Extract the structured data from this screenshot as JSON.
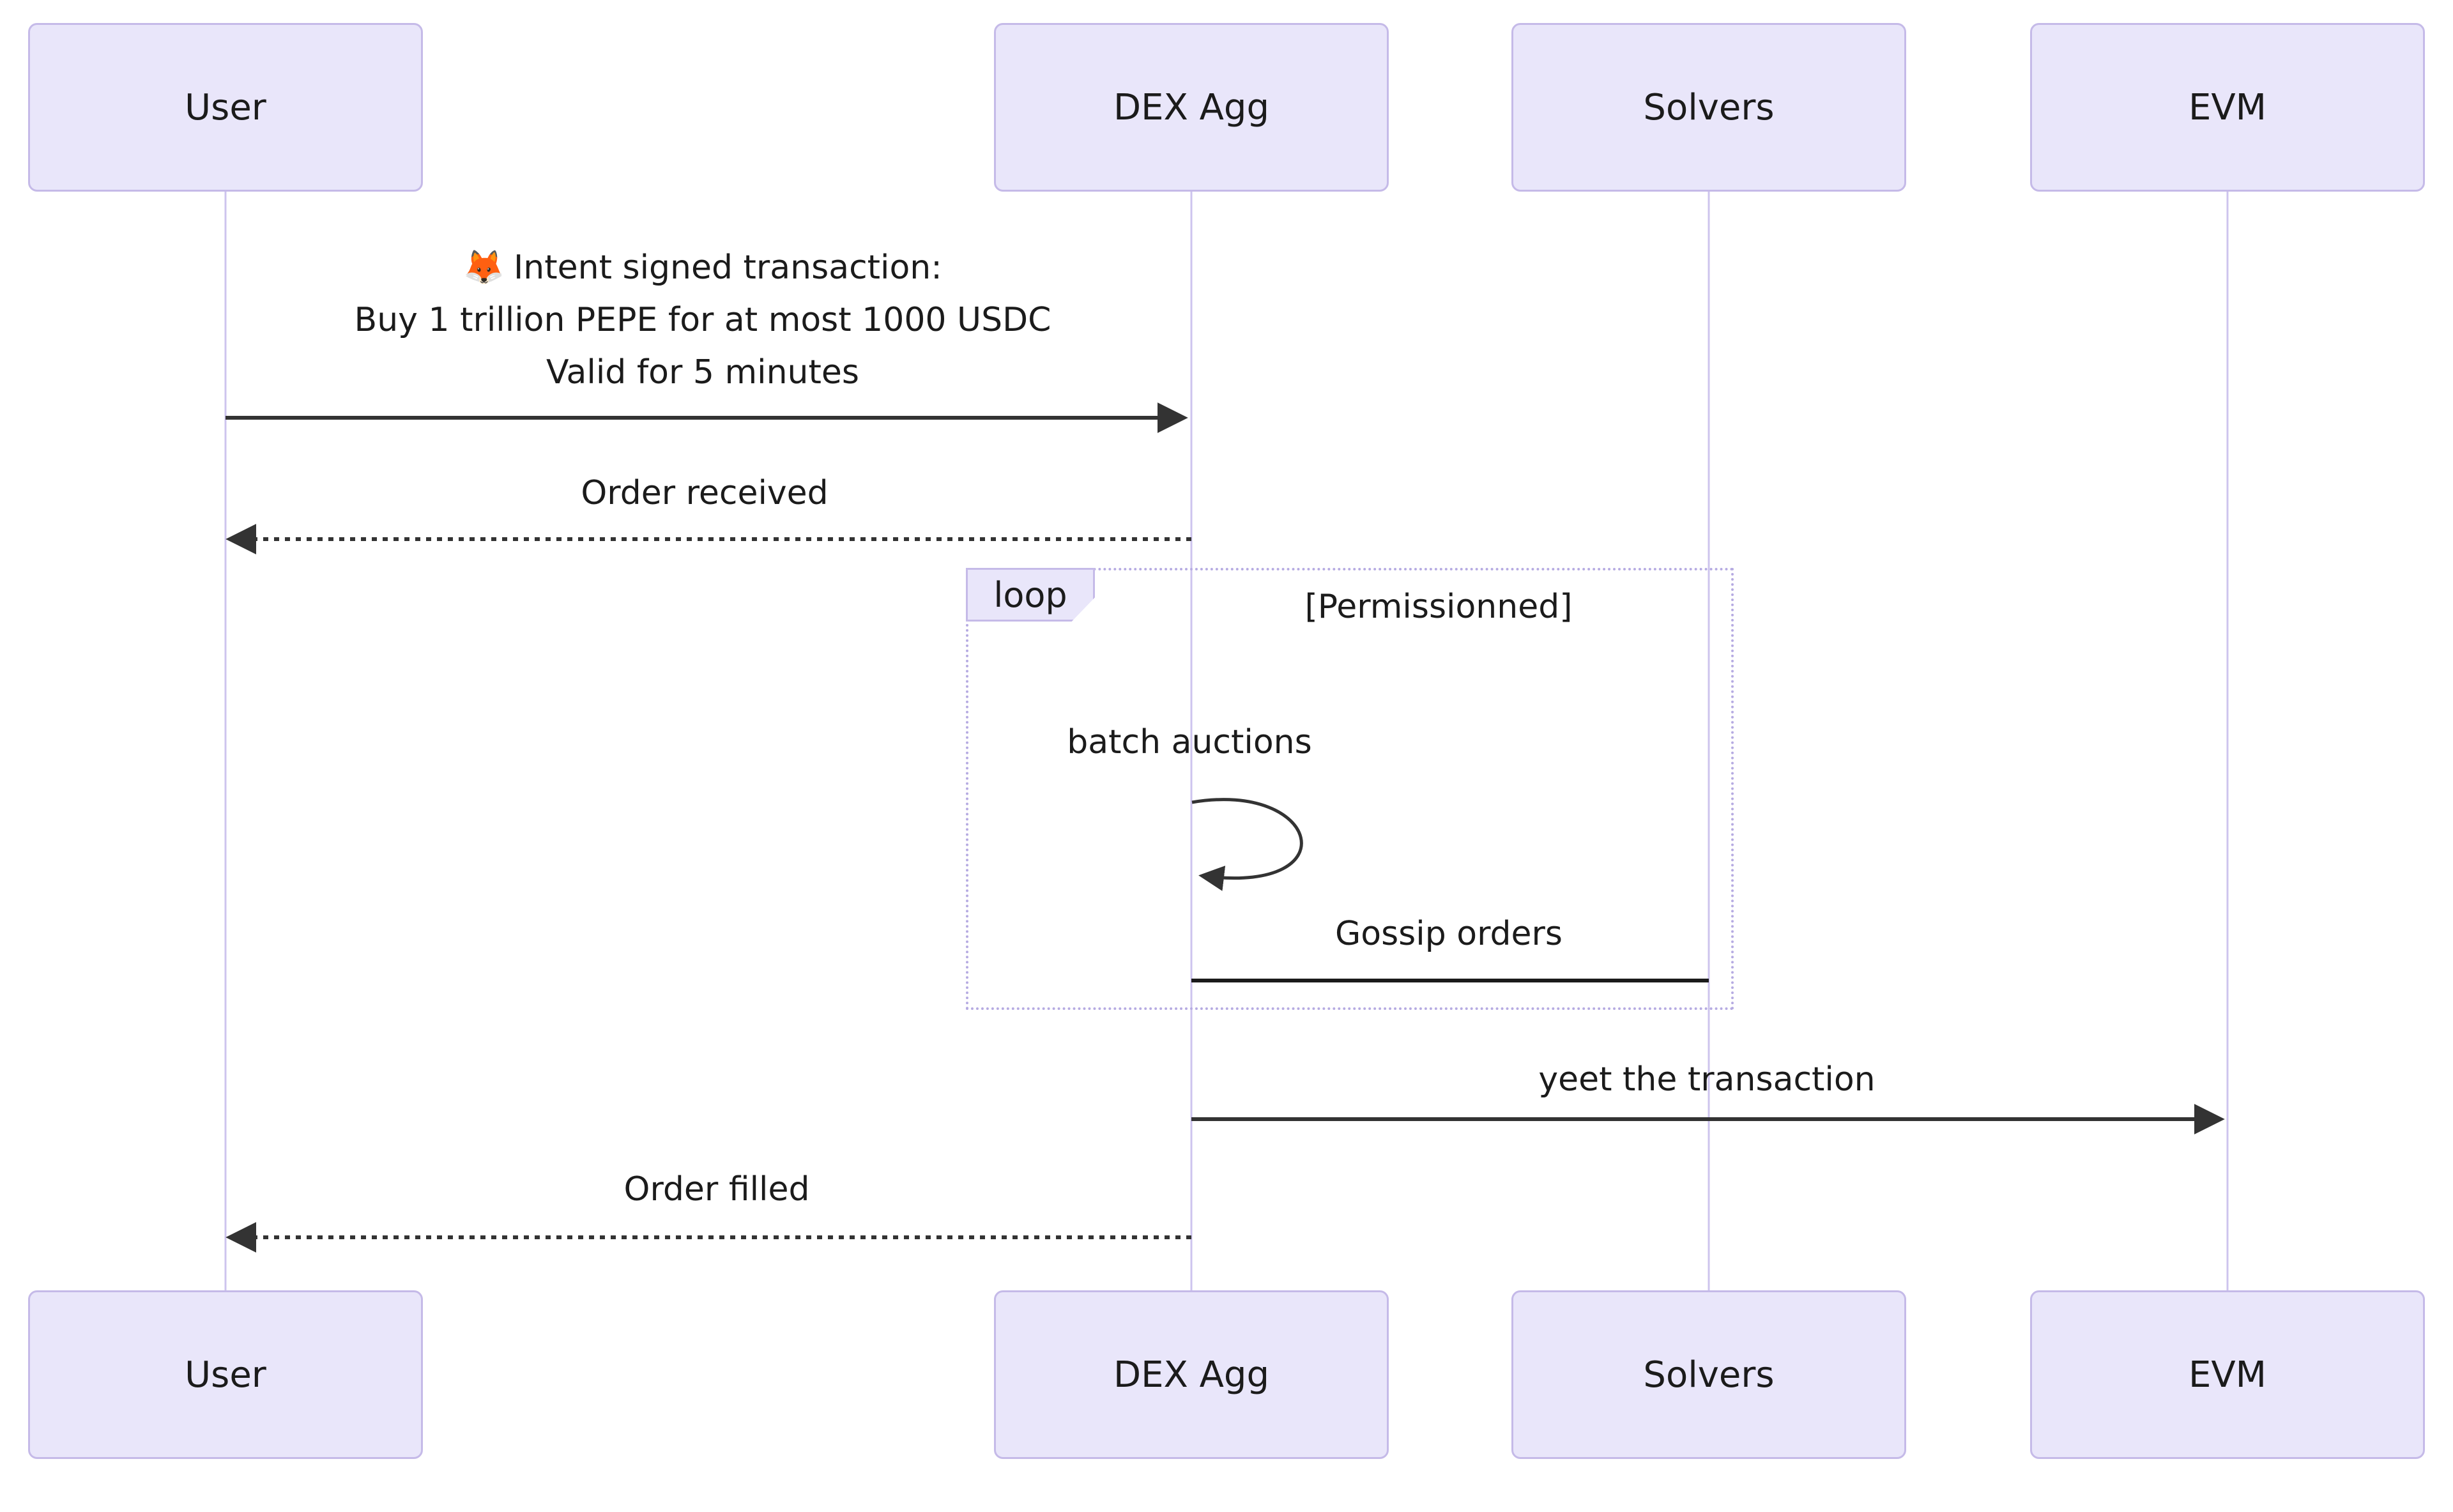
{
  "diagram": {
    "type": "sequence-diagram",
    "actors": [
      {
        "id": "user",
        "label": "User"
      },
      {
        "id": "dex-agg",
        "label": "DEX Agg"
      },
      {
        "id": "solvers",
        "label": "Solvers"
      },
      {
        "id": "evm",
        "label": "EVM"
      }
    ],
    "loop": {
      "label": "loop",
      "condition": "[Permissionned]"
    },
    "messages": [
      {
        "from": "User",
        "to": "DEX Agg",
        "line_style": "solid",
        "arrowhead": "filled",
        "icon": "fox-emoji",
        "emoji": "🦊",
        "lines": [
          "Intent signed transaction:",
          "Buy 1 trillion PEPE for at most 1000 USDC",
          "Valid for 5 minutes"
        ]
      },
      {
        "from": "DEX Agg",
        "to": "User",
        "line_style": "dashed",
        "arrowhead": "filled",
        "label": "Order received"
      },
      {
        "from": "DEX Agg",
        "to": "DEX Agg",
        "line_style": "self-loop",
        "arrowhead": "filled",
        "label": "batch auctions",
        "inside_loop": true
      },
      {
        "from": "DEX Agg",
        "to": "Solvers",
        "line_style": "solid",
        "arrowhead": "none",
        "label": "Gossip orders",
        "inside_loop": true
      },
      {
        "from": "DEX Agg",
        "to": "EVM",
        "line_style": "solid",
        "arrowhead": "filled",
        "label": "yeet the transaction"
      },
      {
        "from": "DEX Agg",
        "to": "User",
        "line_style": "dashed",
        "arrowhead": "filled",
        "label": "Order filled"
      }
    ],
    "colors": {
      "background": "#FFFFFF",
      "actor_fill": "#E9E6FA",
      "actor_border": "#C5BAE8",
      "lifeline": "#CDC4EE",
      "loop_border": "#B6ABE2",
      "arrow": "#333333",
      "text": "#1B1B1B"
    }
  }
}
